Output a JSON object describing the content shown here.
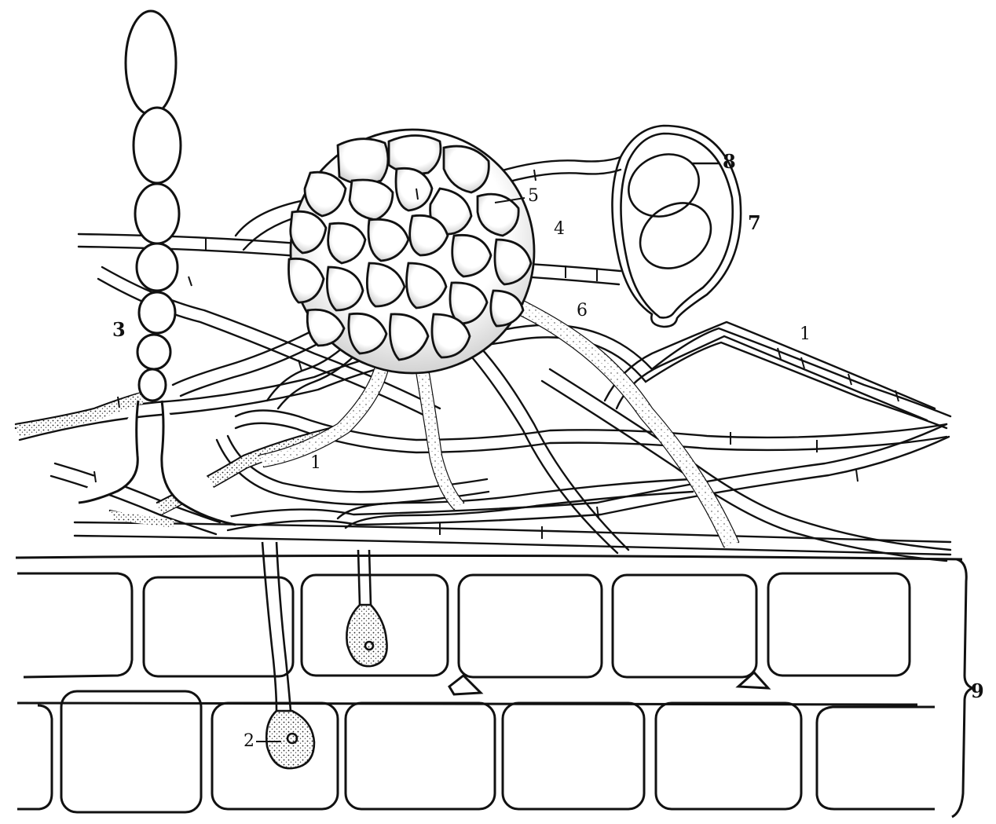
{
  "figure": {
    "background": "#ffffff",
    "ink_color": "#111111",
    "labels": {
      "l1_right": "1",
      "l1_center": "1",
      "l2": "2",
      "l3": "3",
      "l4": "4",
      "l5": "5",
      "l6": "6",
      "l7": "7",
      "l8": "8",
      "l9": "9"
    }
  }
}
